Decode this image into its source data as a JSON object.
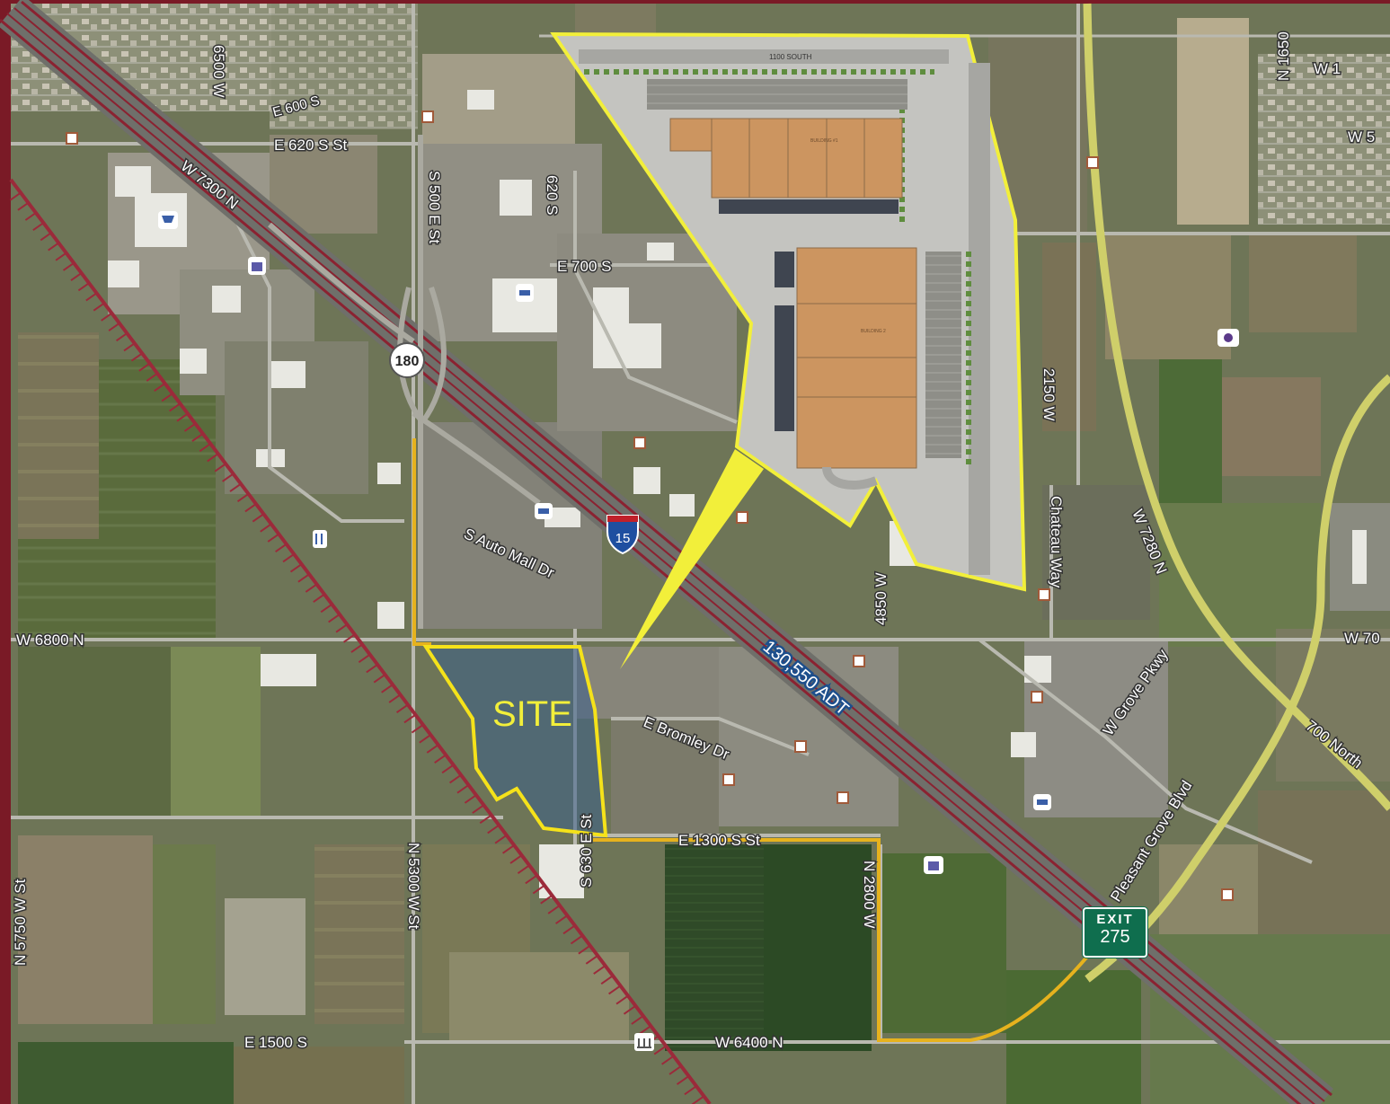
{
  "map": {
    "site_label": "SITE",
    "traffic_label": "130,550 ADT",
    "interstate_shield": "15",
    "state_route_shield": "180",
    "exit": {
      "word": "EXIT",
      "number": "275"
    },
    "streets": [
      {
        "id": "s-6500w",
        "text": "6500 W"
      },
      {
        "id": "s-e600s",
        "text": "E 600 S"
      },
      {
        "id": "s-e620s",
        "text": "E 620 S St"
      },
      {
        "id": "s-w7300n",
        "text": "W 7300 N"
      },
      {
        "id": "s-s500e",
        "text": "S 500 E St"
      },
      {
        "id": "s-620s",
        "text": "620 S"
      },
      {
        "id": "s-e700s",
        "text": "E 700 S"
      },
      {
        "id": "s-sautomall",
        "text": "S Auto Mall Dr"
      },
      {
        "id": "s-w6800n",
        "text": "W 6800 N"
      },
      {
        "id": "s-ebromley",
        "text": "E Bromley Dr"
      },
      {
        "id": "s-s630e",
        "text": "S 630 E St"
      },
      {
        "id": "s-e1300s",
        "text": "E 1300 S St"
      },
      {
        "id": "s-n5300w",
        "text": "N 5300 W St"
      },
      {
        "id": "s-n5750w",
        "text": "N 5750 W St"
      },
      {
        "id": "s-e1500s",
        "text": "E 1500 S"
      },
      {
        "id": "s-w6400n",
        "text": "W 6400 N"
      },
      {
        "id": "s-n2800w",
        "text": "N 2800 W"
      },
      {
        "id": "s-4850w",
        "text": "4850 W"
      },
      {
        "id": "s-2150w",
        "text": "2150 W"
      },
      {
        "id": "s-chateau",
        "text": "Chateau Way"
      },
      {
        "id": "s-w7280n",
        "text": "W 7280 N"
      },
      {
        "id": "s-wgrove",
        "text": "W Grove Pkwy"
      },
      {
        "id": "s-700north",
        "text": "700 North"
      },
      {
        "id": "s-pleasant",
        "text": "Pleasant Grove Blvd"
      },
      {
        "id": "s-n1650",
        "text": "N 1650"
      },
      {
        "id": "s-w70",
        "text": "W 70"
      },
      {
        "id": "s-w5",
        "text": "W 5"
      },
      {
        "id": "s-w1",
        "text": "W 1"
      }
    ],
    "inset": {
      "street_top": "1100 SOUTH",
      "building1_label": "BUILDING #1",
      "building2_label": "BUILDING 2"
    },
    "colors": {
      "border": "#7a1a26",
      "highlight": "#f2ef3a",
      "site_boundary": "#f5e21a",
      "road_orange": "#e6b21e",
      "freeway": "#8b2231",
      "warehouse": "#cc9560",
      "exit_green": "#0f6e4e"
    }
  }
}
